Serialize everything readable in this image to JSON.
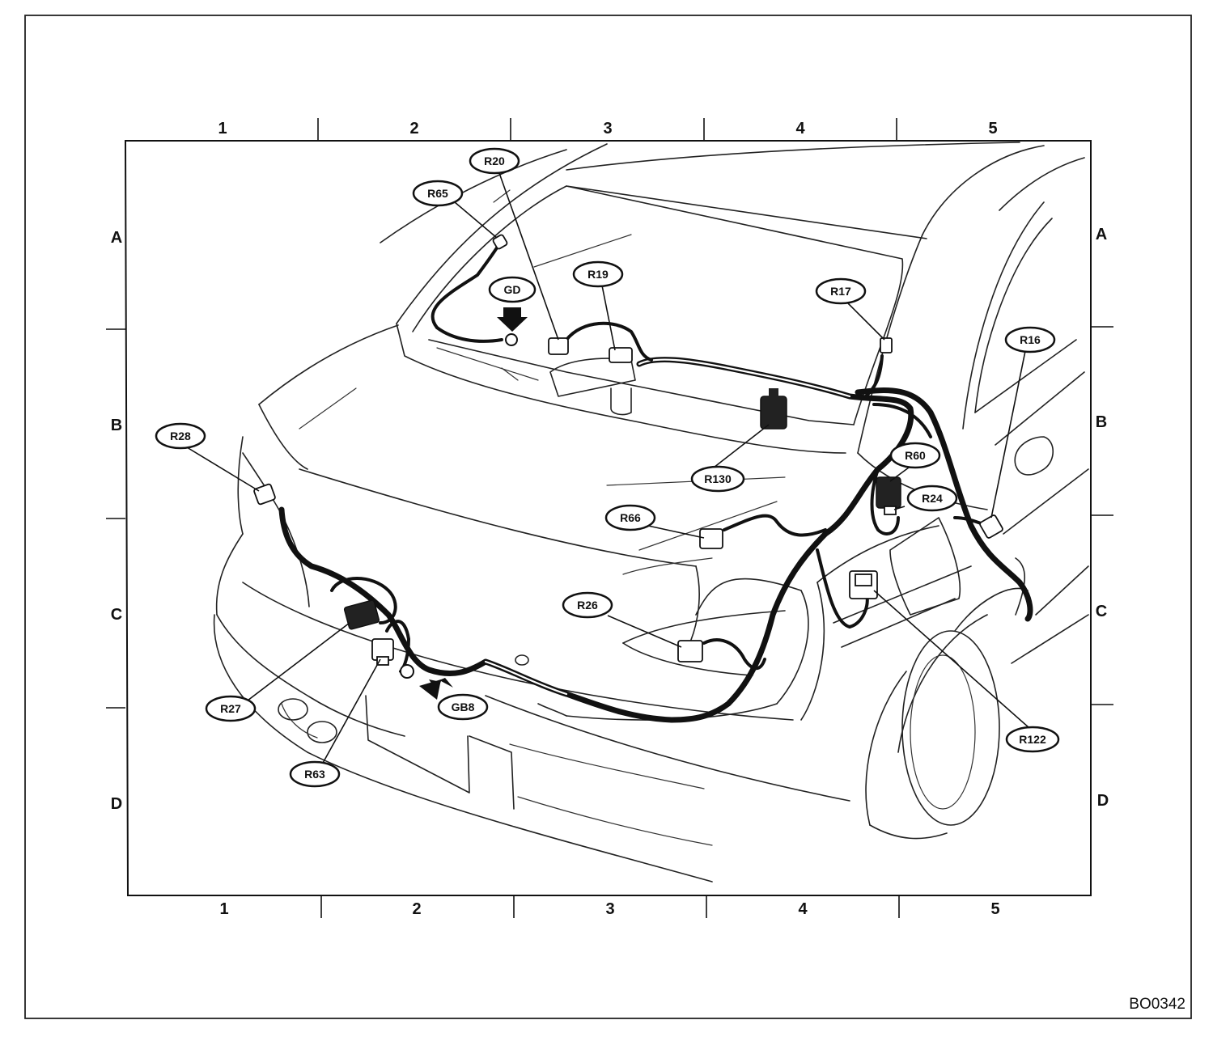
{
  "grid": {
    "columns": [
      "1",
      "2",
      "3",
      "4",
      "5"
    ],
    "rows": [
      "A",
      "B",
      "C",
      "D"
    ]
  },
  "connectors": {
    "r20": "R20",
    "r65": "R65",
    "gd": "GD",
    "r19": "R19",
    "r17": "R17",
    "r16": "R16",
    "r28": "R28",
    "r130": "R130",
    "r60": "R60",
    "r24": "R24",
    "r66": "R66",
    "r26": "R26",
    "r27": "R27",
    "gb8": "GB8",
    "r63": "R63",
    "r122": "R122"
  },
  "figure_code": "BO0342",
  "colors": {
    "ink": "#111111",
    "paper": "#ffffff"
  }
}
